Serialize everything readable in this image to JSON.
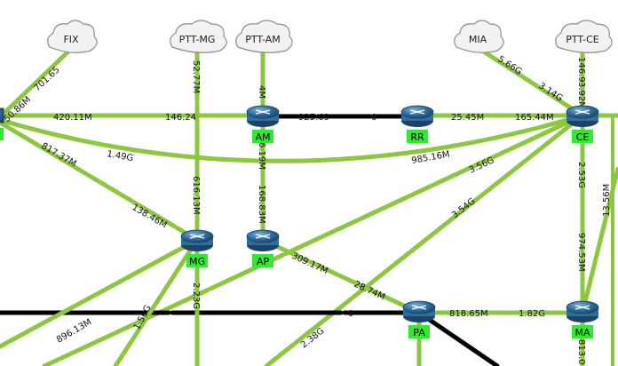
{
  "clouds": {
    "fix": {
      "label": "FIX"
    },
    "ptt_mg": {
      "label": "PTT-MG"
    },
    "ptt_am": {
      "label": "PTT-AM"
    },
    "mia": {
      "label": "MIA"
    },
    "ptt_ce": {
      "label": "PTT-CE"
    }
  },
  "routers": {
    "am": {
      "label": "AM"
    },
    "rr": {
      "label": "RR"
    },
    "ce": {
      "label": "CE"
    },
    "mg": {
      "label": "MG"
    },
    "ap": {
      "label": "AP"
    },
    "pa": {
      "label": "PA"
    },
    "ma": {
      "label": "MA"
    }
  },
  "edge_labels": {
    "fix_link": "50.86M",
    "fix_link_b": "701.65",
    "left_to_am": "420.11M",
    "left_to_am_b": "146.24",
    "am_rr": "925.69",
    "am_rr_b": "0",
    "rr_ce": "25.45M",
    "rr_ce_b": "165.44M",
    "mia_ce": "5.66G",
    "mia_ce_b": "3.14G",
    "pttce_ce": "146.9",
    "pttce_ce_b": "3.92M",
    "left_to_ce_1": "1.49G",
    "left_to_ce_2": "985.16M",
    "left_to_mg_1": "817.37M",
    "left_to_mg_2": "138.46M",
    "pttmg_mg": "52.77M",
    "pttmg_mg_b": "616.13M",
    "pttam_am": "4M",
    "am_ap": "6.19M",
    "am_ap_b": "168.83M",
    "ce_long1": "3.56G",
    "ce_long2": "3.54G",
    "ce_ma": "2.53G",
    "ce_ma_b": "974.53M",
    "right_vert": "13.56M",
    "ap_pa": "309.17M",
    "ap_pa_b": "28.74M",
    "pa_ma": "818.65M",
    "pa_ma_b": "1.82G",
    "mg_down": "2.23G",
    "mg_left": "1.56G",
    "bottom_left": "896.13M",
    "black_mid": "0",
    "bottom_center": "2.38G",
    "ma_down": "813.0"
  },
  "colors": {
    "link_active": "#8dc63f",
    "link_down": "#000000",
    "router_body": "#2f6d9c",
    "label_bg": "#33e833",
    "cloud_fill": "#f2f2f2"
  }
}
